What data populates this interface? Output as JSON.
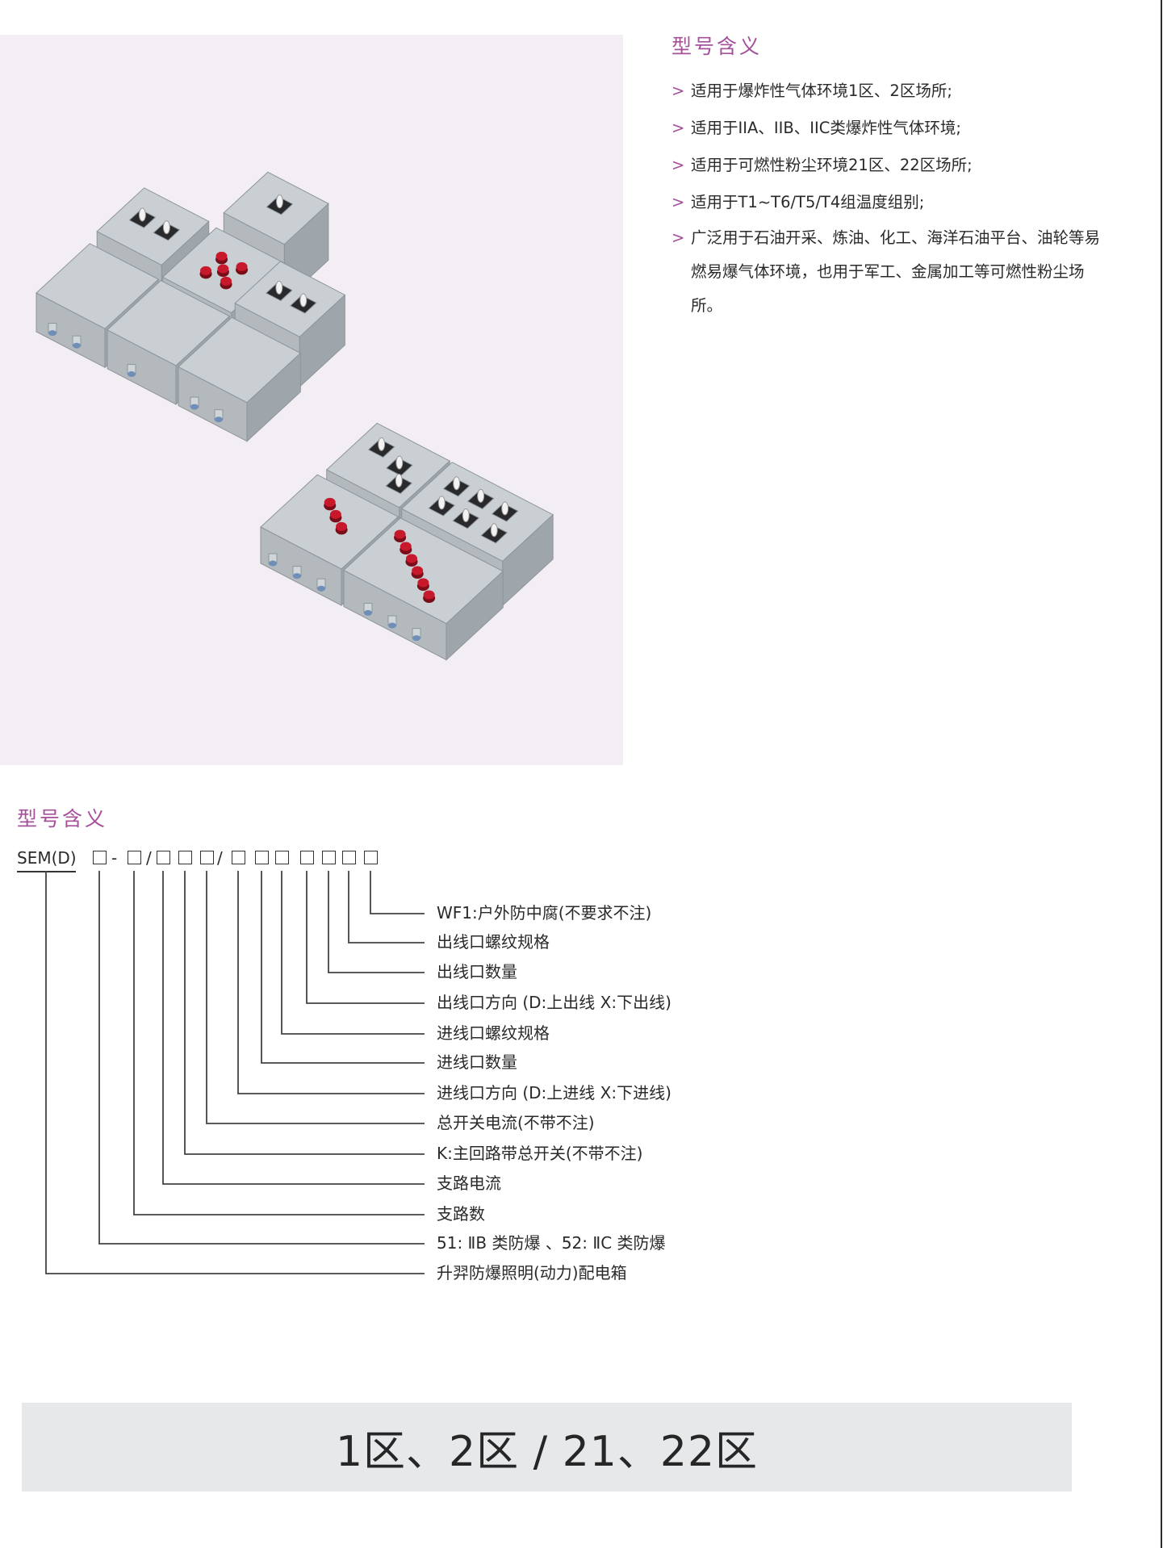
{
  "features": {
    "title": "型号含义",
    "bullet_symbol": ">",
    "items": [
      "适用于爆炸性气体环境1区、2区场所;",
      "适用于IIA、IIB、IIC类爆炸性气体环境;",
      "适用于可燃性粉尘环境21区、22区场所;",
      "适用于T1~T6/T5/T4组温度组别;",
      "广泛用于石油开采、炼油、化工、海洋石油平台、油轮等易燃易爆气体环境，也用于军工、金属加工等可燃性粉尘场所。"
    ]
  },
  "model": {
    "title": "型号含义",
    "code_prefix": "SEM(D)",
    "separators": [
      "-",
      "/",
      "/"
    ],
    "legend": [
      "WF1:户外防中腐(不要求不注)",
      "出线口螺纹规格",
      "出线口数量",
      "出线口方向  (D:上出线   X:下出线)",
      "进线口螺纹规格",
      "进线口数量",
      "进线口方向 (D:上进线 X:下进线)",
      "总开关电流(不带不注)",
      "K:主回路带总开关(不带不注)",
      "支路电流",
      "支路数",
      "51: ⅡB 类防爆 、52: ⅡC 类防爆",
      "升羿防爆照明(动力)配电箱"
    ]
  },
  "banner": {
    "zones": "1区、2区 / 21、22区"
  },
  "colors": {
    "accent": "#a4509b",
    "photo_background": "#f3eef3",
    "banner_background": "#e6e8ea",
    "enclosure": "#c5cbcf",
    "button_red": "#c8182c"
  }
}
